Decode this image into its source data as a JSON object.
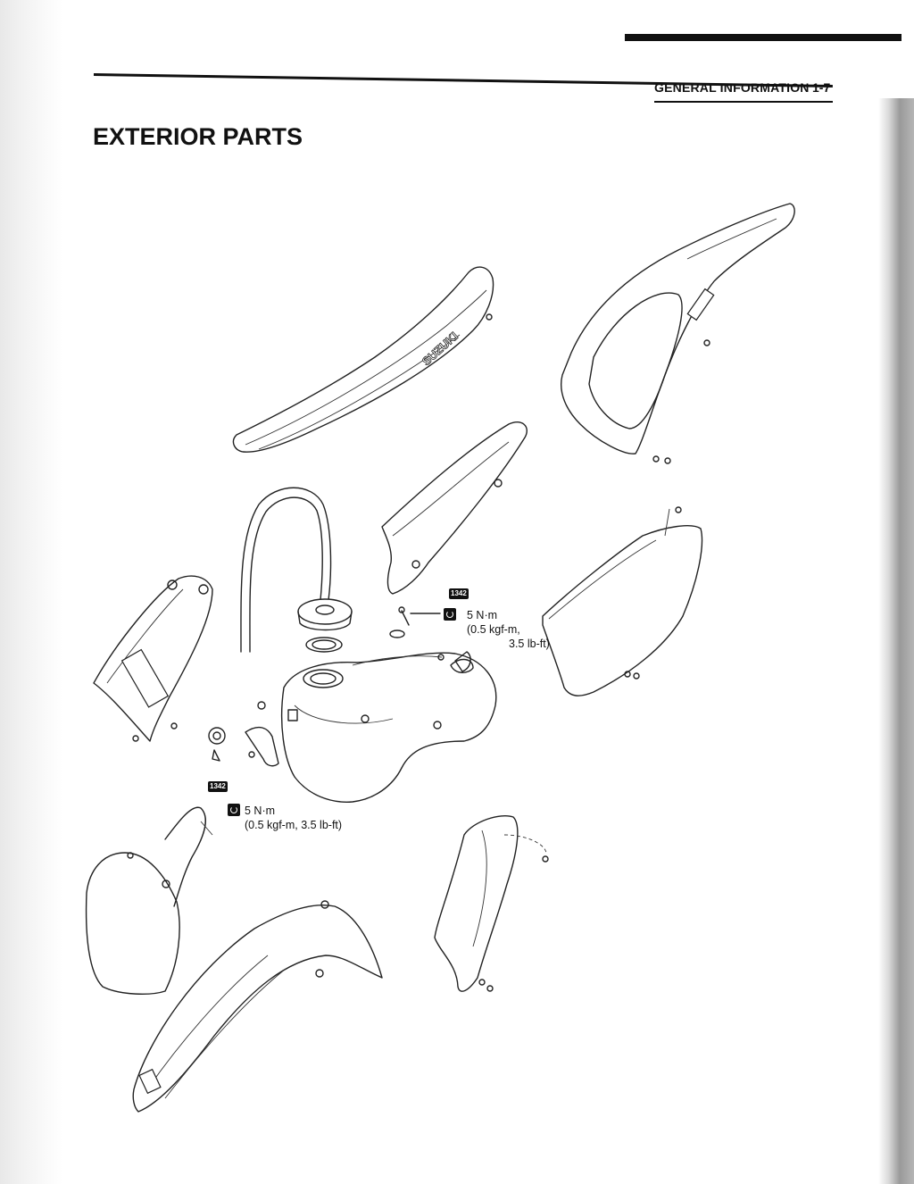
{
  "header": {
    "section": "GENERAL INFORMATION",
    "page_number": "1-7"
  },
  "title": "EXTERIOR PARTS",
  "diagram": {
    "seat_brand_text": "SUZUKI",
    "thread_lock_code": "1342",
    "torque_spec_upper": {
      "value": "5 N·m",
      "line2": "(0.5 kgf-m,",
      "line3": "3.5 lb-ft)"
    },
    "torque_spec_lower": {
      "value": "5 N·m",
      "line2": "(0.5 kgf-m, 3.5 lb-ft)"
    }
  }
}
